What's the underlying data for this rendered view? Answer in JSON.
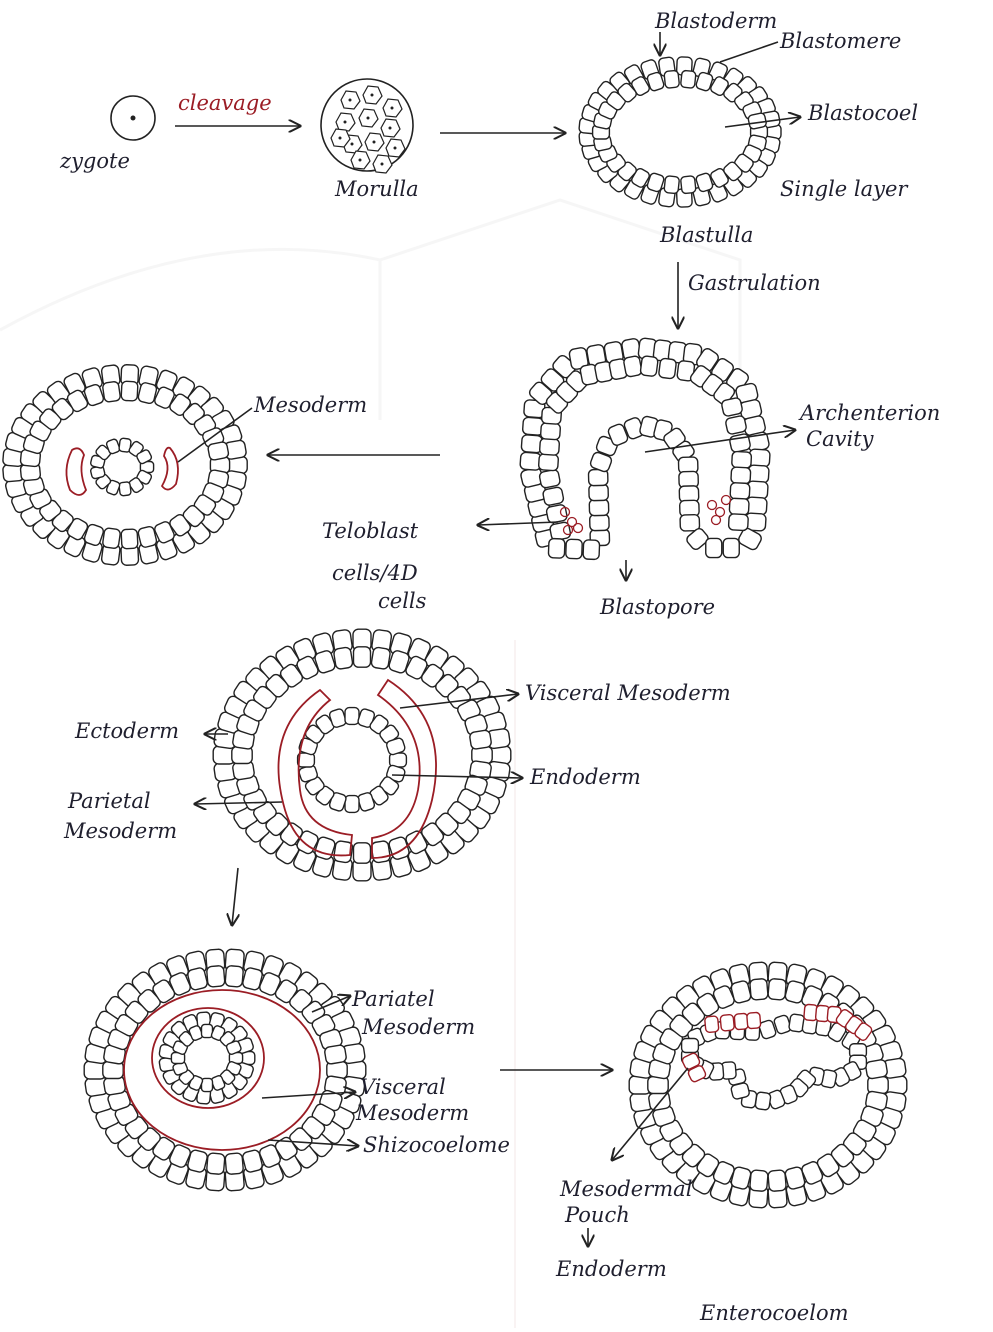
{
  "colors": {
    "ink": "#222222",
    "red": "#9b1d25",
    "paper": "#ffffff"
  },
  "labels": {
    "zygote": "zygote",
    "cleavage": "cleavage",
    "morula": "Morulla",
    "blastoderm": "Blastoderm",
    "blastomere": "Blastomere",
    "blastocoel": "Blastocoel",
    "single_layer": "Single layer",
    "blastula": "Blastulla",
    "gastrulation": "Gastrulation",
    "archenteron_1": "Archenterion",
    "archenteron_2": "Cavity",
    "mesoderm_top": "Mesoderm",
    "teloblast_1": "Teloblast",
    "teloblast_2": "cells/4D",
    "teloblast_3": "cells",
    "blastopore": "Blastopore",
    "visceral_mesoderm": "Visceral Mesoderm",
    "ectoderm": "Ectoderm",
    "endoderm_mid": "Endoderm",
    "parietal_1": "Parietal",
    "parietal_2": "Mesoderm",
    "pariatel_1": "Pariatel",
    "pariatel_2": "Mesoderm",
    "visceral_1": "Visceral",
    "visceral_2": "Mesoderm",
    "shizocoelome": "Shizocoelome",
    "mesodermal_1": "Mesodermal",
    "mesodermal_2": "Pouch",
    "endoderm_bottom": "Endoderm",
    "enterocoelom": "Enterocoelom"
  }
}
